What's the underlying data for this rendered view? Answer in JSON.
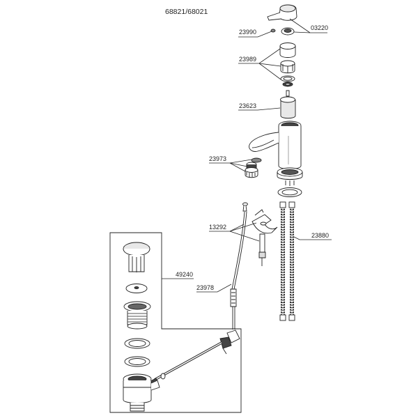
{
  "title": "68821/68021",
  "parts": {
    "p23990": "23990",
    "p03220": "03220",
    "p23989": "23989",
    "p23623": "23623",
    "p23973": "23973",
    "p13292": "13292",
    "p23880": "23880",
    "p49240": "49240",
    "p23978": "23978"
  },
  "colors": {
    "line": "#222222",
    "fill": "#ffffff",
    "shade": "#cfcfcf",
    "dark": "#555555"
  }
}
